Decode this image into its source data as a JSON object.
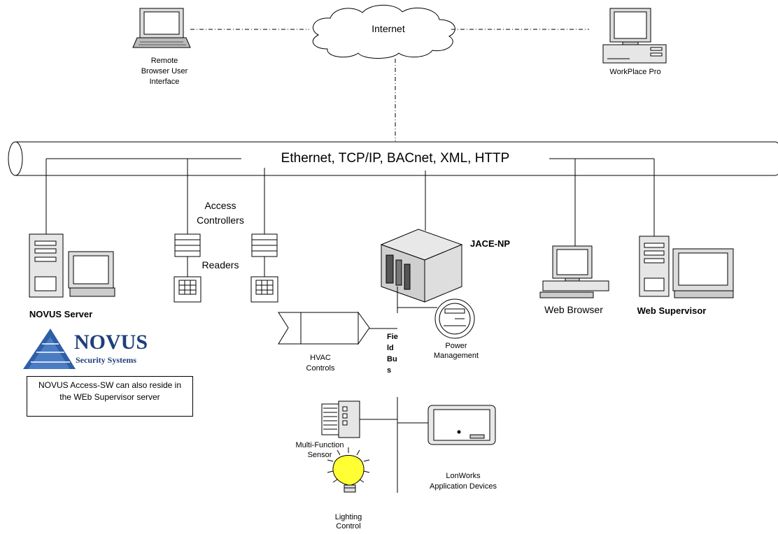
{
  "network": {
    "internet_label": "Internet",
    "backbone_label": "Ethernet, TCP/IP, BACnet, XML, HTTP"
  },
  "nodes": {
    "remote_browser": "Remote Browser User Interface",
    "workplace_pro": "WorkPlace Pro",
    "access_controllers": "Access Controllers",
    "readers": "Readers",
    "jace": "JACE-NP",
    "web_browser": "Web Browser",
    "web_supervisor": "Web Supervisor",
    "novus_server": "NOVUS  Server",
    "hvac": "HVAC Controls",
    "power": "Power Management",
    "field_bus": "Fie ld Bu s",
    "multi_sensor": "Multi-Function Sensor",
    "lonworks": "LonWorks Application Devices",
    "lighting": "Lighting Control"
  },
  "logo": {
    "name": "NOVUS",
    "tagline": "Security Systems",
    "colors": {
      "triangle": "#2f5ea8",
      "text": "#1f3f7a"
    }
  },
  "note": "NOVUS Access-SW  can also reside in the WEb Supervisor server",
  "colors": {
    "bulb": "#ffff33",
    "line": "#000000"
  }
}
